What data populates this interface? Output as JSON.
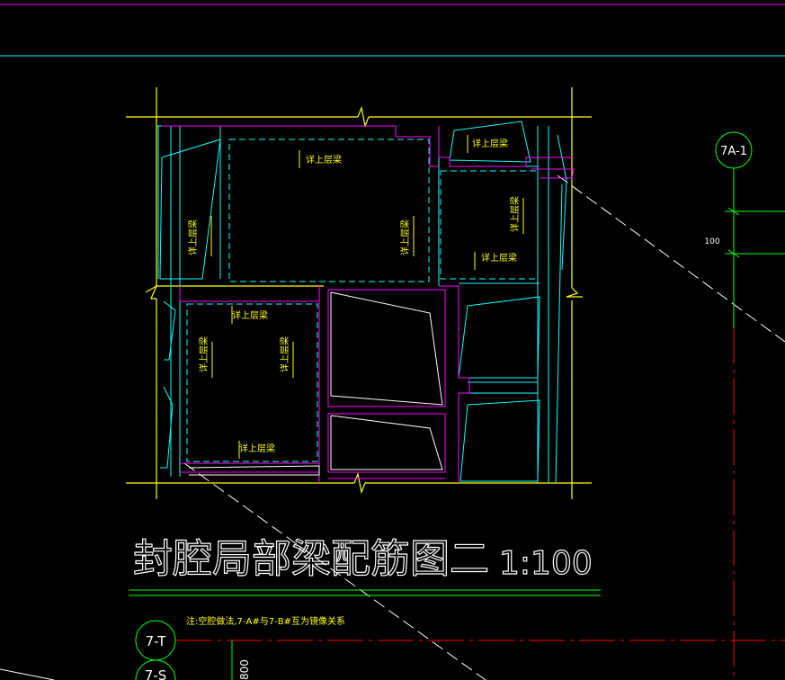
{
  "drawing": {
    "title": "封腔局部梁配筋图二",
    "scale": "1:100",
    "note": "注:空腔做法,7-A#与7-B#互为镜像关系",
    "beam_note": "详上层梁",
    "grid_right": "7A-1",
    "grid_left": "7-T",
    "grid_left_lower": "7-S",
    "dim_right": "100",
    "dim_bottom": "800"
  },
  "colors": {
    "background": "#000000",
    "yellow": "#ffff00",
    "cyan": "#00ffff",
    "magenta": "#ff00ff",
    "green": "#00ff00",
    "red": "#ff0000",
    "white": "#ffffff"
  }
}
